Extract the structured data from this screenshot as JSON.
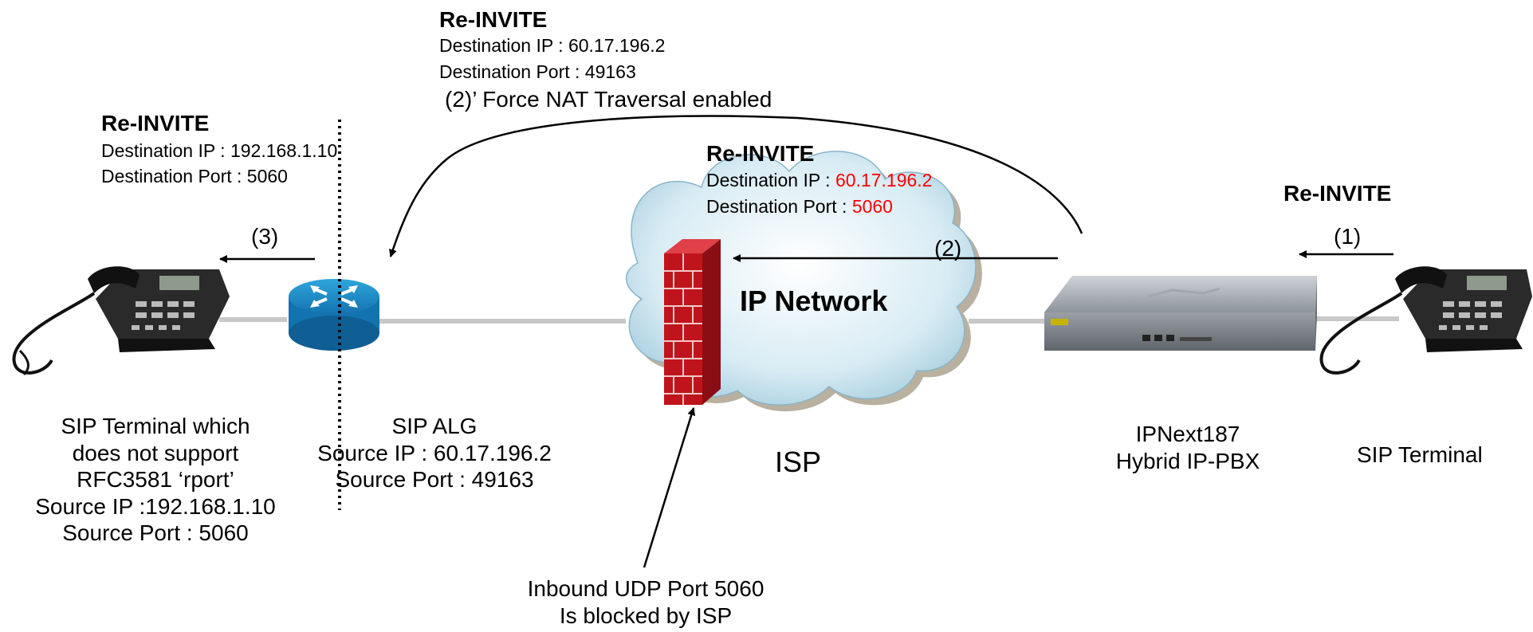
{
  "colors": {
    "red": "#ff0000",
    "line": "#c8c8c8",
    "firewall": "#c0141c",
    "router": "#1e8ec8"
  },
  "top_msg": {
    "title": "Re-INVITE",
    "dest_ip": "Destination IP : 60.17.196.2",
    "dest_port": "Destination Port : 49163",
    "note": "(2)’ Force NAT Traversal enabled"
  },
  "left_msg": {
    "title": "Re-INVITE",
    "dest_ip": "Destination IP : 192.168.1.10",
    "dest_port": "Destination Port : 5060"
  },
  "center_msg": {
    "title": "Re-INVITE",
    "dest_ip_prefix": "Destination IP : ",
    "dest_ip_value": "60.17.196.2",
    "dest_port_prefix": "Destination Port : ",
    "dest_port_value": "5060"
  },
  "right_msg": {
    "title": "Re-INVITE"
  },
  "steps": {
    "s1": "(1)",
    "s2": "(2)",
    "s3": "(3)"
  },
  "cloud": {
    "label": "IP Network",
    "isp": "ISP"
  },
  "nodes": {
    "left_terminal": [
      "SIP Terminal which",
      "does not support",
      "RFC3581 ‘rport’",
      "Source IP :192.168.1.10",
      "Source Port : 5060"
    ],
    "alg": [
      "SIP ALG",
      "Source IP : 60.17.196.2",
      "Source Port : 49163"
    ],
    "pbx": [
      "IPNext187",
      "Hybrid IP-PBX"
    ],
    "right_terminal": "SIP Terminal"
  },
  "blocked": [
    "Inbound  UDP Port 5060",
    "Is blocked by ISP"
  ]
}
